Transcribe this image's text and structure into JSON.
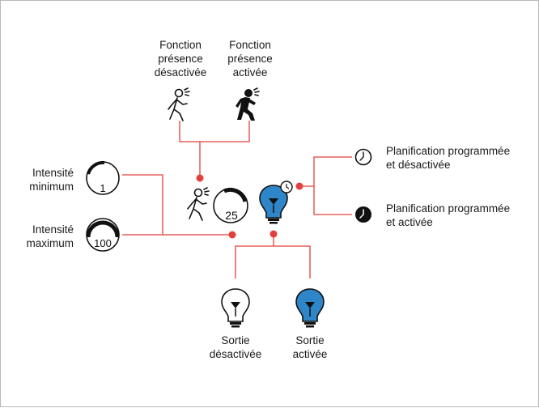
{
  "presence": {
    "off_label": [
      "Fonction",
      "présence",
      "désactivée"
    ],
    "on_label": [
      "Fonction",
      "présence",
      "activée"
    ]
  },
  "intensity": {
    "min_label": [
      "Intensité",
      "minimum"
    ],
    "min_value": "1",
    "max_label": [
      "Intensité",
      "maximum"
    ],
    "max_value": "100",
    "current_value": "25"
  },
  "schedule": {
    "off_label": [
      "Planification programmée",
      "et désactivée"
    ],
    "on_label": [
      "Planification programmée",
      "et activée"
    ]
  },
  "output": {
    "off_label": [
      "Sortie",
      "désactivée"
    ],
    "on_label": [
      "Sortie",
      "activée"
    ]
  },
  "colors": {
    "wire": "#e2403c",
    "bulb_on": "#2e86c8",
    "ink": "#111111"
  },
  "icons": [
    "walking-person-icon",
    "dimmer-dial-icon",
    "light-bulb-icon",
    "clock-icon"
  ]
}
